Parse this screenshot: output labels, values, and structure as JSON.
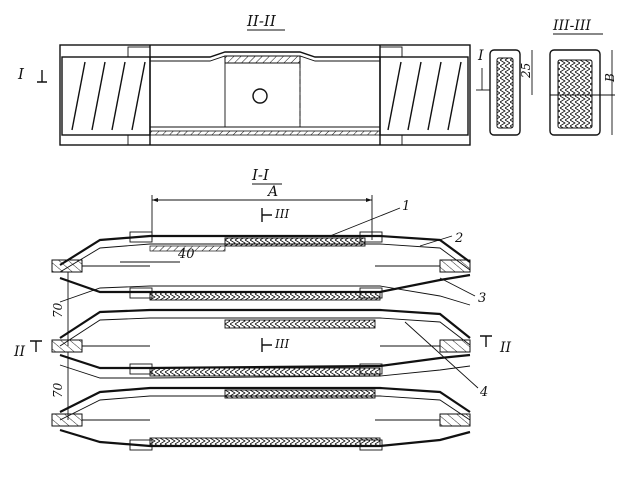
{
  "labels": {
    "section_top": "II-II",
    "section_side": "III-III",
    "section_main": "I-I",
    "cut_I": "I",
    "cut_II_left": "II",
    "cut_II_right": "II",
    "cut_III_top": "III",
    "cut_III_bottom": "III",
    "dim_A": "A",
    "dim_40": "40",
    "dim_70_upper": "70",
    "dim_70_lower": "70",
    "dim_25": "25",
    "dim_B": "B",
    "side_I": "I"
  },
  "callouts": [
    "1",
    "2",
    "3",
    "4"
  ]
}
